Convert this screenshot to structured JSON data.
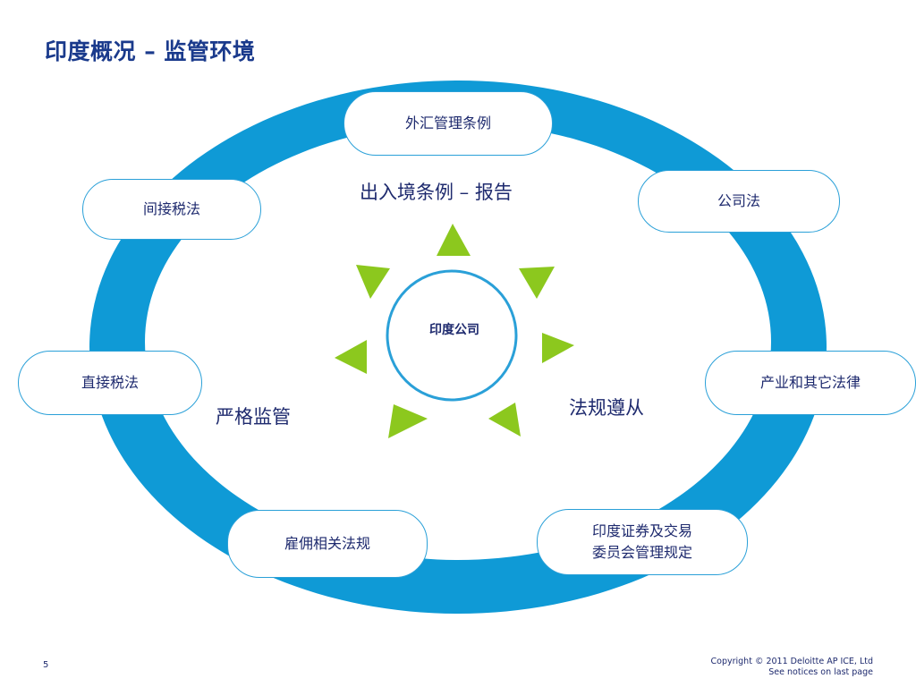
{
  "title": "印度概况 – 监管环境",
  "center": "印度公司",
  "inner_labels": {
    "top": "出入境条例 – 报告",
    "left": "严格监管",
    "right": "法规遵从"
  },
  "nodes": {
    "forex": "外汇管理条例",
    "company_law": "公司法",
    "indirect_tax": "间接税法",
    "direct_tax": "直接税法",
    "industry_law": "产业和其它法律",
    "employment": "雇佣相关法规",
    "sebi_line1": "印度证券及交易",
    "sebi_line2": "委员会管理规定"
  },
  "footer": {
    "page_number": "5",
    "copyright_line1": "Copyright © 2011 Deloitte AP ICE, Ltd",
    "copyright_line2": "See notices on last page"
  },
  "colors": {
    "ring": "#0f9ad6",
    "arrow": "#8cc81e",
    "pill_border": "#2aa0d8",
    "title": "#1a3a8c",
    "text": "#1e2a6e"
  }
}
